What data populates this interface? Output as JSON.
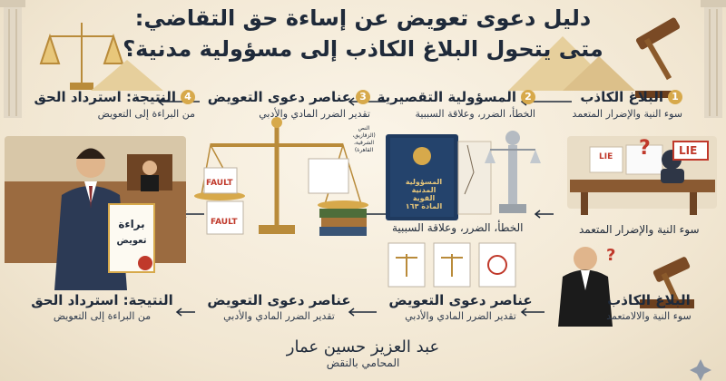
{
  "title": {
    "line1": "دليل دعوى تعويض عن إساءة حق التقاضي:",
    "line2": "متى يتحول البلاغ الكاذب إلى مسؤولية مدنية؟"
  },
  "steps": [
    {
      "number": "1",
      "heading": "البلاغ الكاذب",
      "sub": "سوء النية والإضرار المتعمد"
    },
    {
      "number": "2",
      "heading": "المسؤولية التقصيرية",
      "sub": "الخطأ، الضرر، وعلاقة السببية"
    },
    {
      "number": "3",
      "heading": "عناصر دعوى التعويض",
      "sub": "تقدير الضرر المادي والأدبي"
    },
    {
      "number": "4",
      "heading": "النتيجة: استرداد الحق",
      "sub": "من البراءة إلى التعويض"
    }
  ],
  "mid_captions": {
    "liability": "الخطأ، الضرر، وعلاقة السببية",
    "false_report": "سوء النية والإضرار المتعمد"
  },
  "bottom_captions": [
    {
      "heading": "البلاغ الكاذب",
      "sub": "سوء النية والالامتعمد"
    },
    {
      "heading": "عناصر دعوى التعويض",
      "sub": "تقدير الضرر المادي والأدبي"
    },
    {
      "heading": "عناصر دعوى التعويض",
      "sub": "تقدير الضرر المادي والأدبي"
    },
    {
      "heading": "النتيجة: استرداد الحق",
      "sub": "من البراءة إلى التعويض"
    }
  ],
  "illustration_text": {
    "book_title": "المسؤولية المدنية",
    "book_sub": "القوية",
    "book_article": "المادة ١٦٣",
    "doc_fault": "FAULT",
    "doc_fault2": "FAULT",
    "lie": "LIE",
    "lie2": "LIE",
    "certificate_title": "براءة",
    "certificate_sub": "تعويض",
    "note": "النص (الزقازيق، الشرقية، القاهرة)"
  },
  "author": {
    "name": "عبد العزيز حسين عمار",
    "role": "المحامي بالنقض"
  },
  "colors": {
    "navy": "#1f2a3a",
    "gold": "#d7a94b",
    "background": "#f3ead9",
    "red": "#c0392b"
  }
}
